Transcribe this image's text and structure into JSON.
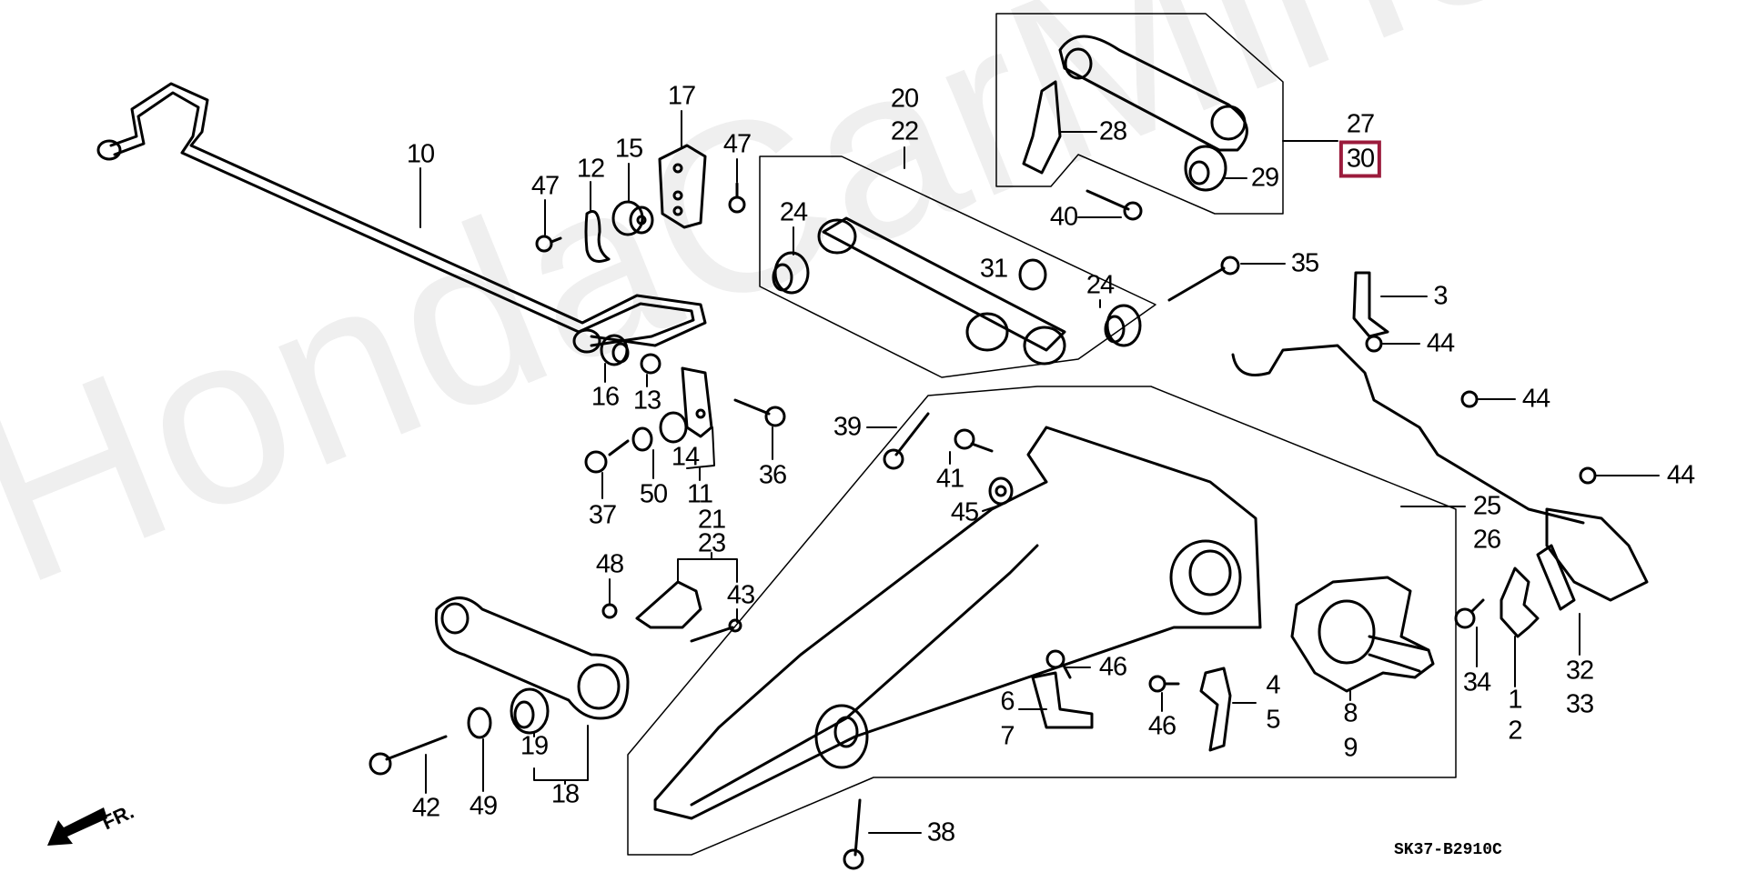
{
  "watermark": "HondaCarMine.ru",
  "diagram_code": "SK37-B2910C",
  "direction_marker": "FR.",
  "highlight_color": "#9b1b3c",
  "highlighted_part": "30",
  "labels": {
    "l10": "10",
    "l47a": "47",
    "l12": "12",
    "l15": "15",
    "l17": "17",
    "l47b": "47",
    "l20": "20",
    "l22": "22",
    "l24a": "24",
    "l31": "31",
    "l24b": "24",
    "l28": "28",
    "l29": "29",
    "l27": "27",
    "l30": "30",
    "l40": "40",
    "l35": "35",
    "l3": "3",
    "l44a": "44",
    "l44b": "44",
    "l44c": "44",
    "l16": "16",
    "l13": "13",
    "l36": "36",
    "l39": "39",
    "l41": "41",
    "l45": "45",
    "l37": "37",
    "l50": "50",
    "l14": "14",
    "l11": "11",
    "l21": "21",
    "l23": "23",
    "l43": "43",
    "l48": "48",
    "l25": "25",
    "l26": "26",
    "l46a": "46",
    "l6": "6",
    "l7": "7",
    "l46b": "46",
    "l4": "4",
    "l5": "5",
    "l8": "8",
    "l9": "9",
    "l34": "34",
    "l1": "1",
    "l2": "2",
    "l32": "32",
    "l33": "33",
    "l19": "19",
    "l18": "18",
    "l42": "42",
    "l49": "49",
    "l38": "38"
  }
}
